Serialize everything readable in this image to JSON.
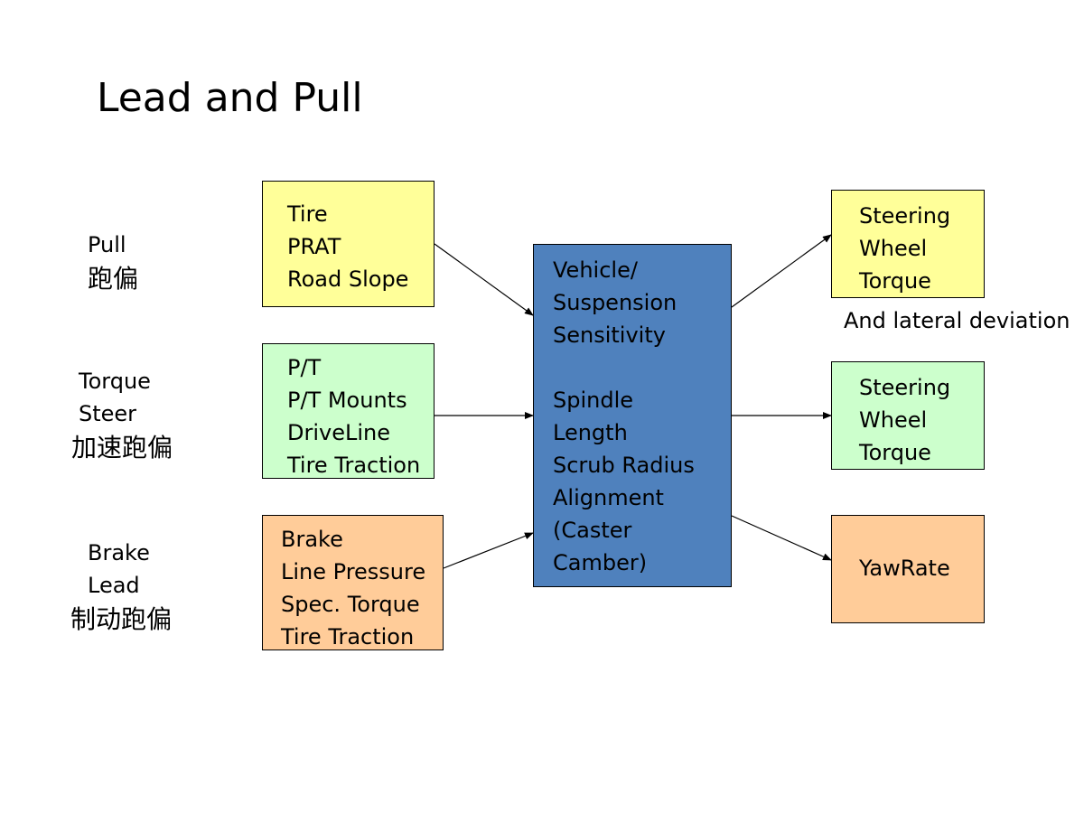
{
  "title": "Lead and Pull",
  "side_labels": {
    "pull": {
      "line1": "Pull",
      "cn": "跑偏"
    },
    "torque_steer": {
      "line1": "Torque",
      "line2": "Steer",
      "cn": "加速跑偏"
    },
    "brake_lead": {
      "line1": "Brake",
      "line2": "Lead",
      "cn": "制动跑偏"
    }
  },
  "inputs": {
    "pull": [
      "Tire",
      "PRAT",
      "Road Slope"
    ],
    "torque_steer": [
      "P/T",
      "P/T Mounts",
      "DriveLine",
      "Tire Traction"
    ],
    "brake": [
      "Brake",
      "Line Pressure",
      "Spec. Torque",
      "Tire Traction"
    ]
  },
  "center": {
    "lines": [
      "Vehicle/",
      "Suspension",
      "Sensitivity",
      "",
      "Spindle",
      "Length",
      "Scrub Radius",
      "Alignment",
      "(Caster",
      "Camber)"
    ]
  },
  "outputs": {
    "swt1": [
      "Steering",
      "Wheel",
      "Torque"
    ],
    "swt1_note": "And lateral deviation",
    "swt2": [
      "Steering",
      "Wheel",
      "Torque"
    ],
    "yaw": [
      "YawRate"
    ]
  },
  "colors": {
    "yellow": "#ffff99",
    "green": "#ccffcc",
    "orange": "#ffcc99",
    "blue": "#4f81bd"
  }
}
